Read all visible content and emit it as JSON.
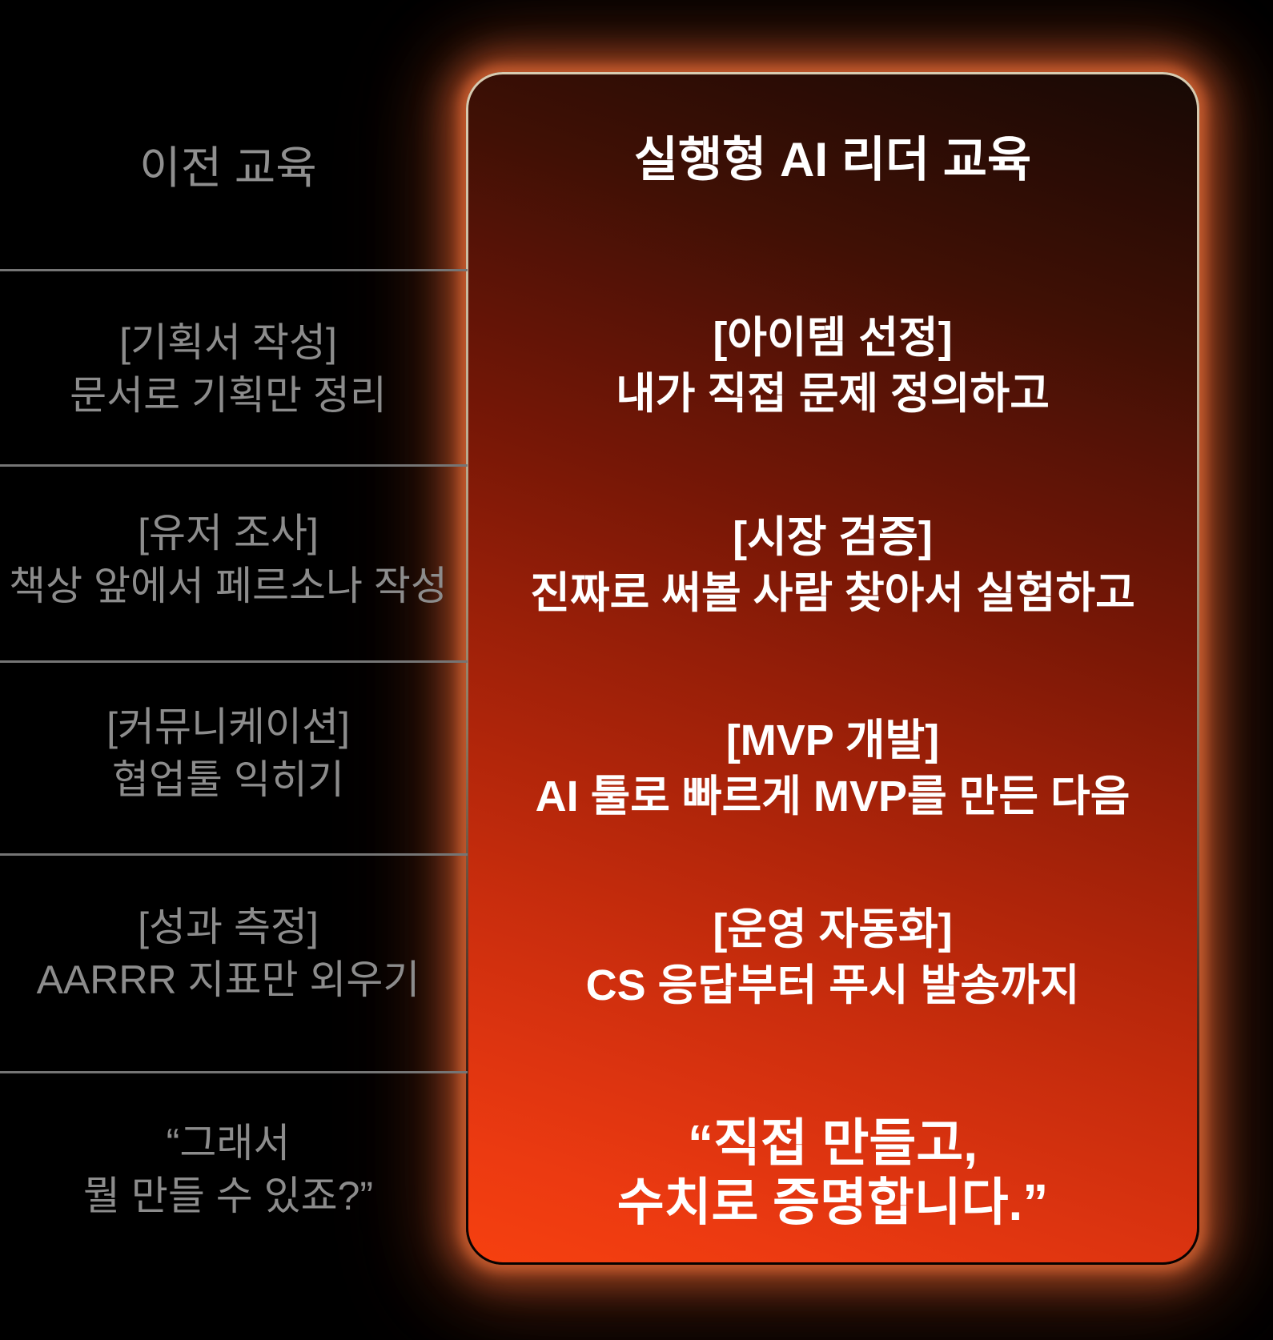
{
  "left_column": {
    "title": "이전 교육",
    "items": [
      {
        "tag": "[기획서 작성]",
        "desc": "문서로 기획만 정리"
      },
      {
        "tag": "[유저 조사]",
        "desc": "책상 앞에서 페르소나 작성"
      },
      {
        "tag": "[커뮤니케이션]",
        "desc": "협업툴 익히기"
      },
      {
        "tag": "[성과 측정]",
        "desc": "AARRR 지표만 외우기"
      }
    ],
    "quote": {
      "line1": "“그래서",
      "line2": "뭘 만들 수 있죠?”"
    }
  },
  "card": {
    "title": "실행형 AI 리더 교육",
    "items": [
      {
        "tag": "[아이템 선정]",
        "desc": "내가 직접 문제 정의하고"
      },
      {
        "tag": "[시장 검증]",
        "desc": "진짜로 써볼 사람 찾아서 실험하고"
      },
      {
        "tag": "[MVP 개발]",
        "desc": "AI 툴로 빠르게 MVP를 만든 다음"
      },
      {
        "tag": "[운영 자동화]",
        "desc": "CS 응답부터 푸시 발송까지"
      }
    ],
    "quote": {
      "line1": "“직접 만들고,",
      "line2": "수치로 증명합니다.”"
    }
  },
  "colors": {
    "background": "#000000",
    "left_text": "#8c8c8c",
    "divider": "#757575",
    "card_text": "#ffffff",
    "card_gradient_top": "#170905",
    "card_gradient_bottom": "#f6400f",
    "card_border_top": "#d8ccb2",
    "glow": "#b5512b"
  }
}
